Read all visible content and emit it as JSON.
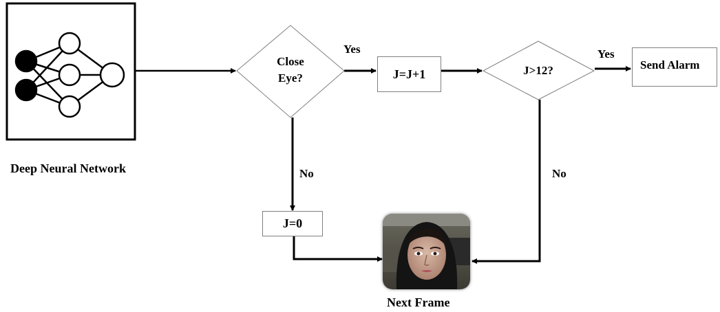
{
  "diagram": {
    "nn_label": "Deep Neural Network",
    "close_eye": {
      "line1": "Close",
      "line2": "Eye?"
    },
    "increment_label": "J=J+1",
    "threshold_label": "J>12?",
    "alarm_label": "Send Alarm",
    "reset_label": "J=0",
    "next_frame_label": "Next Frame",
    "yes_1": "Yes",
    "yes_2": "Yes",
    "no_1": "No",
    "no_2": "No"
  }
}
